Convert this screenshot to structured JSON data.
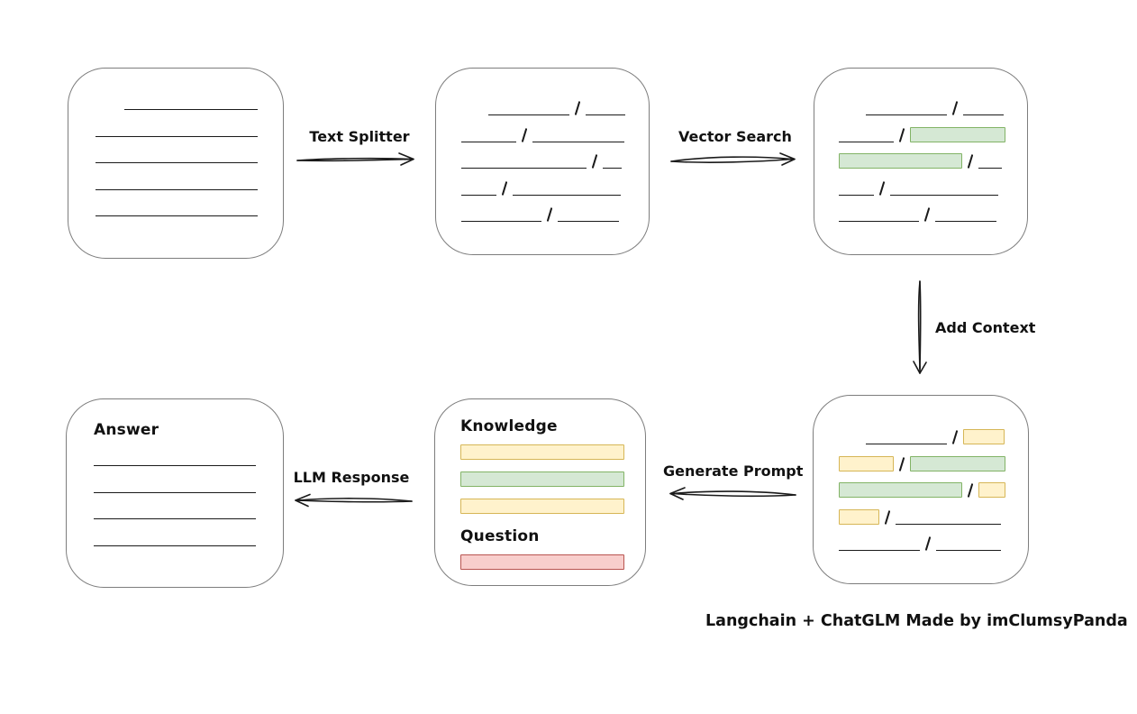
{
  "diagram": {
    "caption": "Langchain + ChatGLM Made by imClumsyPanda",
    "colors": {
      "green_fill": "#d5e8d4",
      "green_stroke": "#82b366",
      "yellow_fill": "#fff2cc",
      "yellow_stroke": "#d6b656",
      "red_fill": "#f8cecc",
      "red_stroke": "#b85450",
      "card_stroke": "#7d7d7d",
      "line_color": "#1a1a1a"
    },
    "labels": {
      "text_splitter": "Text Splitter",
      "vector_search": "Vector Search",
      "add_context": "Add Context",
      "generate_prompt": "Generate Prompt",
      "llm_response": "LLM Response"
    },
    "cards": {
      "document": {
        "rows": [
          {
            "indent": 62,
            "segs": [
              {
                "t": "line",
                "w": 148
              }
            ]
          },
          {
            "indent": 30,
            "segs": [
              {
                "t": "line",
                "w": 180
              }
            ]
          },
          {
            "indent": 30,
            "segs": [
              {
                "t": "line",
                "w": 180
              }
            ]
          },
          {
            "indent": 30,
            "segs": [
              {
                "t": "line",
                "w": 180
              }
            ]
          },
          {
            "indent": 30,
            "segs": [
              {
                "t": "line",
                "w": 180
              }
            ]
          }
        ]
      },
      "split_text": {
        "rows": [
          {
            "indent": 58,
            "segs": [
              {
                "t": "line",
                "w": 90
              },
              {
                "t": "slash"
              },
              {
                "t": "line",
                "w": 44
              }
            ]
          },
          {
            "indent": 28,
            "segs": [
              {
                "t": "line",
                "w": 61
              },
              {
                "t": "slash"
              },
              {
                "t": "line",
                "w": 102
              }
            ]
          },
          {
            "indent": 28,
            "segs": [
              {
                "t": "line",
                "w": 139
              },
              {
                "t": "slash"
              },
              {
                "t": "line",
                "w": 21
              }
            ]
          },
          {
            "indent": 28,
            "segs": [
              {
                "t": "line",
                "w": 39
              },
              {
                "t": "slash"
              },
              {
                "t": "line",
                "w": 120
              }
            ]
          },
          {
            "indent": 28,
            "segs": [
              {
                "t": "line",
                "w": 89
              },
              {
                "t": "slash"
              },
              {
                "t": "line",
                "w": 68
              }
            ]
          }
        ]
      },
      "search_result": {
        "rows": [
          {
            "indent": 57,
            "segs": [
              {
                "t": "line",
                "w": 90
              },
              {
                "t": "slash"
              },
              {
                "t": "line",
                "w": 45
              }
            ]
          },
          {
            "indent": 27,
            "segs": [
              {
                "t": "line",
                "w": 61
              },
              {
                "t": "slash"
              },
              {
                "t": "box",
                "c": "green",
                "w": 104
              }
            ]
          },
          {
            "indent": 27,
            "segs": [
              {
                "t": "box",
                "c": "green",
                "w": 135
              },
              {
                "t": "slash"
              },
              {
                "t": "line",
                "w": 26
              }
            ]
          },
          {
            "indent": 27,
            "segs": [
              {
                "t": "line",
                "w": 39
              },
              {
                "t": "slash"
              },
              {
                "t": "line",
                "w": 120
              }
            ]
          },
          {
            "indent": 27,
            "segs": [
              {
                "t": "line",
                "w": 89
              },
              {
                "t": "slash"
              },
              {
                "t": "line",
                "w": 68
              }
            ]
          }
        ]
      },
      "context": {
        "rows": [
          {
            "indent": 58,
            "segs": [
              {
                "t": "line",
                "w": 90
              },
              {
                "t": "slash"
              },
              {
                "t": "box",
                "c": "yellow",
                "w": 44
              }
            ]
          },
          {
            "indent": 28,
            "segs": [
              {
                "t": "box",
                "c": "yellow",
                "w": 59
              },
              {
                "t": "slash"
              },
              {
                "t": "box",
                "c": "green",
                "w": 104
              }
            ]
          },
          {
            "indent": 28,
            "segs": [
              {
                "t": "box",
                "c": "green",
                "w": 135
              },
              {
                "t": "slash"
              },
              {
                "t": "box",
                "c": "yellow",
                "w": 28
              }
            ]
          },
          {
            "indent": 28,
            "segs": [
              {
                "t": "box",
                "c": "yellow",
                "w": 43
              },
              {
                "t": "slash"
              },
              {
                "t": "line",
                "w": 117
              }
            ]
          },
          {
            "indent": 28,
            "segs": [
              {
                "t": "line",
                "w": 90
              },
              {
                "t": "slash"
              },
              {
                "t": "line",
                "w": 72
              }
            ]
          }
        ]
      },
      "prompt": {
        "knowledge_label": "Knowledge",
        "question_label": "Question",
        "knowledge_rows": [
          {
            "indent": 28,
            "segs": [
              {
                "t": "box",
                "c": "yellow",
                "w": 180
              }
            ]
          },
          {
            "indent": 28,
            "segs": [
              {
                "t": "box",
                "c": "green",
                "w": 180
              }
            ]
          },
          {
            "indent": 28,
            "segs": [
              {
                "t": "box",
                "c": "yellow",
                "w": 180
              }
            ]
          }
        ],
        "question_rows": [
          {
            "indent": 28,
            "segs": [
              {
                "t": "box",
                "c": "red",
                "w": 180
              }
            ]
          }
        ]
      },
      "answer": {
        "label": "Answer",
        "rows": [
          {
            "indent": 30,
            "segs": [
              {
                "t": "line",
                "w": 180
              }
            ]
          },
          {
            "indent": 30,
            "segs": [
              {
                "t": "line",
                "w": 180
              }
            ]
          },
          {
            "indent": 30,
            "segs": [
              {
                "t": "line",
                "w": 180
              }
            ]
          },
          {
            "indent": 30,
            "segs": [
              {
                "t": "line",
                "w": 180
              }
            ]
          }
        ]
      }
    }
  }
}
